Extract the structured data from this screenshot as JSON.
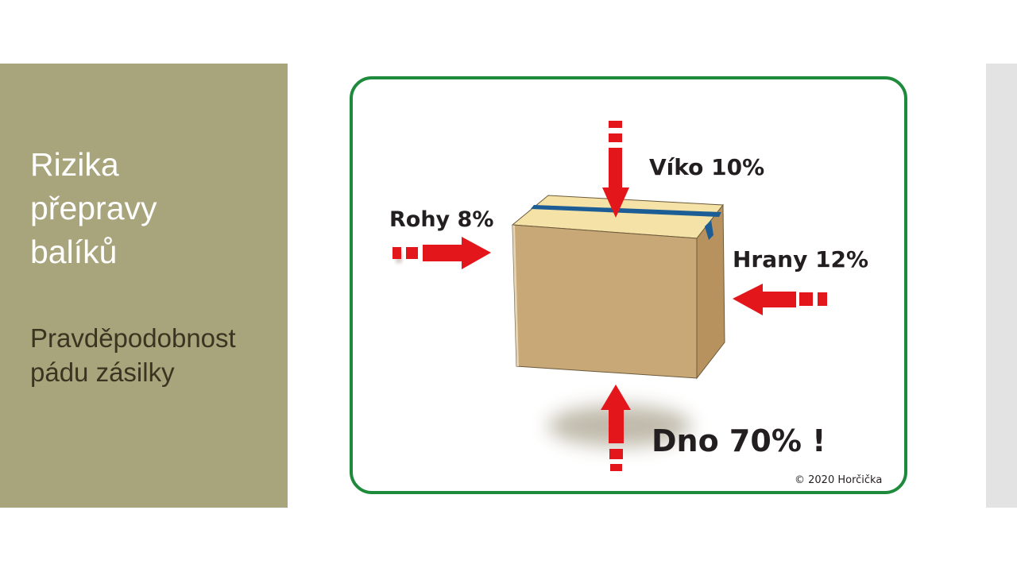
{
  "slide": {
    "title_lines": [
      "Rizika",
      "přepravy",
      "balíků"
    ],
    "subtitle_lines": [
      "Pravděpodobnost",
      "pádu zásilky"
    ]
  },
  "figure": {
    "labels": {
      "lid": "Víko 10%",
      "corners": "Rohy 8%",
      "edges": "Hrany 12%",
      "bottom": "Dno 70% !"
    },
    "copyright": "© 2020 Horčička",
    "colors": {
      "frame": "#1e8a3c",
      "arrow": "#e3161b",
      "box_front": "#c9a877",
      "box_side": "#b8925e",
      "box_top": "#f5e2a6",
      "tape": "#1d5d95"
    }
  }
}
